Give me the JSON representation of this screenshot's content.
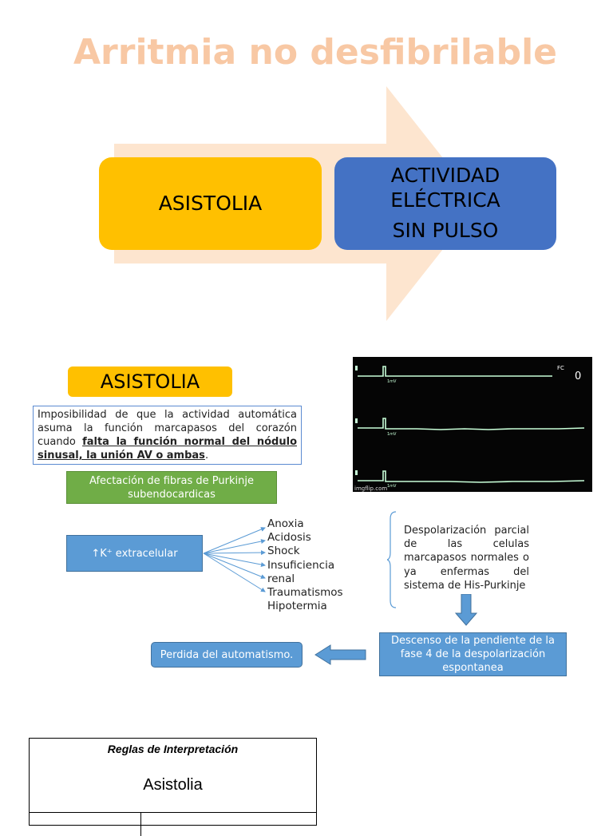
{
  "title": "Arritmia no desfibrilable",
  "boxes": {
    "asistolia": "ASISTOLIA",
    "aesp_line1": "ACTIVIDAD",
    "aesp_line2": "ELÉCTRICA",
    "aesp_line3": "SIN PULSO"
  },
  "section_heading": "ASISTOLIA",
  "definition": {
    "text": "Imposibilidad de que la actividad automática asuma la función marcapasos del corazón cuando ",
    "emphasis": "falta la función normal del nódulo sinusal, la unión AV o ambas",
    "end": "."
  },
  "purkinje": "Afectación de fibras de Purkinje subendocardicas",
  "k_box": "↑K⁺ extracelular",
  "causes": [
    "Anoxia",
    "Acidosis",
    "Shock",
    "Insuficiencia",
    "renal",
    "Traumatismos",
    "Hipotermia"
  ],
  "depolarization": "Despolarización parcial de las celulas marcapasos normales o ya enfermas del sistema de His-Purkinje",
  "descenso": "Descenso de la pendiente de la fase 4 de la despolarización espontanea",
  "perdida": "Perdida del automatismo.",
  "monitor": {
    "watermark": "imgflip.com",
    "fc_label": "FC",
    "fc_value": "0",
    "lead_label": "1mV"
  },
  "table": {
    "title": "Reglas de Interpretación",
    "subtitle": "Asistolia"
  },
  "colors": {
    "title": "#f8c8a4",
    "big_arrow": "#fde5cf",
    "yellow": "#ffc000",
    "blue_dark": "#4472c4",
    "blue_light": "#5b9bd5",
    "green": "#70ad47",
    "ecg_trace": "#c8ffd8"
  }
}
